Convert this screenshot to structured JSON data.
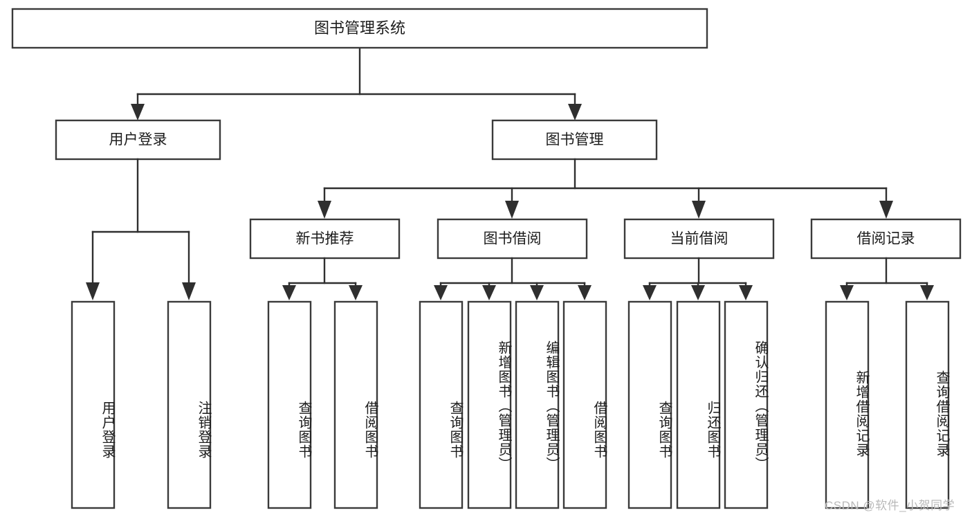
{
  "diagram": {
    "type": "tree",
    "title": "图书管理系统",
    "orientation": "top-down",
    "background_color": "#ffffff",
    "box_border_color": "#3a3a3a",
    "connector_color": "#2f2f2f",
    "text_color": "#1c1c1c",
    "root": {
      "id": "root",
      "label": "图书管理系统",
      "text_direction": "horizontal"
    },
    "level2": [
      {
        "id": "user-login",
        "label": "用户登录",
        "text_direction": "horizontal"
      },
      {
        "id": "book-manage",
        "label": "图书管理",
        "text_direction": "horizontal"
      }
    ],
    "level3": [
      {
        "id": "new-book-recommend",
        "label": "新书推荐",
        "parent": "book-manage",
        "text_direction": "horizontal"
      },
      {
        "id": "book-borrow",
        "label": "图书借阅",
        "parent": "book-manage",
        "text_direction": "horizontal"
      },
      {
        "id": "current-borrow",
        "label": "当前借阅",
        "parent": "book-manage",
        "text_direction": "horizontal"
      },
      {
        "id": "borrow-record",
        "label": "借阅记录",
        "parent": "book-manage",
        "text_direction": "horizontal"
      }
    ],
    "leaves": [
      {
        "id": "leaf-user-login",
        "label": "用户登录",
        "parent": "user-login",
        "text_direction": "vertical"
      },
      {
        "id": "leaf-user-logout",
        "label": "注销登录",
        "parent": "user-login",
        "text_direction": "vertical"
      },
      {
        "id": "leaf-query-book-1",
        "label": "查询图书",
        "parent": "new-book-recommend",
        "text_direction": "vertical"
      },
      {
        "id": "leaf-borrow-book-1",
        "label": "借阅图书",
        "parent": "new-book-recommend",
        "text_direction": "vertical"
      },
      {
        "id": "leaf-query-book-2",
        "label": "查询图书",
        "parent": "book-borrow",
        "text_direction": "vertical"
      },
      {
        "id": "leaf-add-book",
        "label": "新增图书（管理员）",
        "parent": "book-borrow",
        "text_direction": "vertical"
      },
      {
        "id": "leaf-edit-book",
        "label": "编辑图书（管理员）",
        "parent": "book-borrow",
        "text_direction": "vertical"
      },
      {
        "id": "leaf-borrow-book-2",
        "label": "借阅图书",
        "parent": "book-borrow",
        "text_direction": "vertical"
      },
      {
        "id": "leaf-query-book-3",
        "label": "查询图书",
        "parent": "current-borrow",
        "text_direction": "vertical"
      },
      {
        "id": "leaf-return-book",
        "label": "归还图书",
        "parent": "current-borrow",
        "text_direction": "vertical"
      },
      {
        "id": "leaf-confirm-return",
        "label": "确认归还（管理员）",
        "parent": "current-borrow",
        "text_direction": "vertical"
      },
      {
        "id": "leaf-add-record",
        "label": "新增借阅记录",
        "parent": "borrow-record",
        "text_direction": "vertical"
      },
      {
        "id": "leaf-query-record",
        "label": "查询借阅记录",
        "parent": "borrow-record",
        "text_direction": "vertical"
      }
    ]
  },
  "watermark": {
    "text": "CSDN @软件_小贺同学",
    "color": "#b9b9b9"
  }
}
